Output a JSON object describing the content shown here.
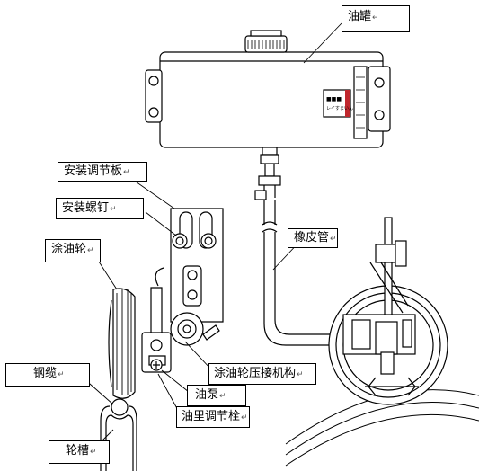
{
  "labels": {
    "oil_tank": "油罐",
    "mount_plate": "安装调节板",
    "mount_screw": "安装螺钉",
    "oiling_wheel": "涂油轮",
    "rubber_hose": "橡皮管",
    "pressing_mechanism": "涂油轮压接机构",
    "oil_pump": "油泵",
    "oil_adjust_bolt": "油里调节栓",
    "steel_cable": "钢缆",
    "wheel_groove": "轮槽"
  },
  "marks": {
    "return": "↵",
    "paragraph": "↵"
  },
  "tank_sticker": {
    "line1": "■■■",
    "line2": "レイすまいん"
  }
}
